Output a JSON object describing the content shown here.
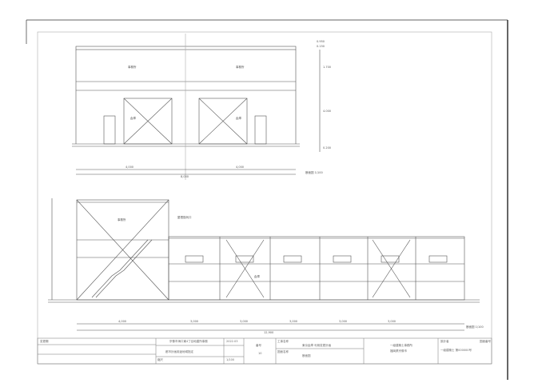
{
  "top_elevation": {
    "room_labels": [
      "事務所",
      "事務所"
    ],
    "bay_labels": [
      "倉庫",
      "倉庫"
    ],
    "dims": [
      "4,000",
      "4,000",
      "8,000"
    ],
    "height_dims": [
      "0.950",
      "0.150",
      "1.700",
      "4.000",
      "0.200"
    ],
    "caption": "断面図 1/100"
  },
  "bottom_elevation": {
    "room_labels": [
      "事務所",
      "倉庫"
    ],
    "callout": "屋根換気口",
    "dims": [
      "4,000",
      "3,000",
      "3,000",
      "3,000",
      "3,000",
      "3,000",
      "12,900"
    ],
    "caption": "断面図 1/100"
  },
  "title_block": {
    "left_label": "変更欄",
    "project": "宗像市海口東4丁目地建所事務",
    "sub": "都市計画用途地域指定",
    "scale_label": "縮尺",
    "scale": "1/100",
    "date": "2022.03",
    "sheet_label": "番号",
    "sheet_no": "10",
    "drawing_title_label": "図面名称",
    "drawing_title": "断面図",
    "name_label": "工事名称",
    "name": "東京倉庫 利用変更計画",
    "firm": "一級建築士事務所",
    "firm_addr": "福岡県宗像市",
    "designer_label": "設計者",
    "designer": "一級建築士 第000000号",
    "stamp": "図面番号"
  }
}
